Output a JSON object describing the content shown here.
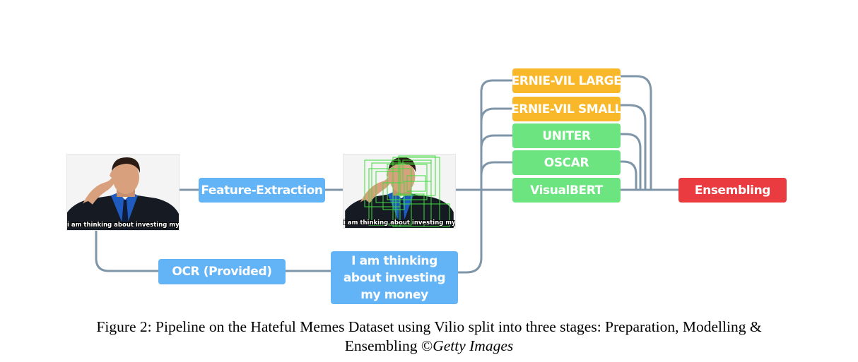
{
  "nodes": {
    "feature_extraction": "Feature-Extraction",
    "ocr": "OCR (Provided)",
    "ocr_text": "I am thinking about investing my money",
    "ernie_large": "ERNIE-VIL LARGE",
    "ernie_small": "ERNIE-VIL SMALL",
    "uniter": "UNITER",
    "oscar": "OSCAR",
    "visualbert": "VisualBERT",
    "ensembling": "Ensembling"
  },
  "meme": {
    "caption": "i am thinking about investing my money"
  },
  "figure_caption": {
    "label": "Figure 2: Pipeline on the Hateful Memes Dataset using Vilio split into three stages: Preparation, Modelling &",
    "line2": "Ensembling ©",
    "credit": "Getty Images"
  },
  "colors": {
    "connector": "#7f95a8",
    "blue": "#63b3f7",
    "orange": "#f9b82a",
    "green": "#6ce47f",
    "red": "#ea3b40"
  }
}
